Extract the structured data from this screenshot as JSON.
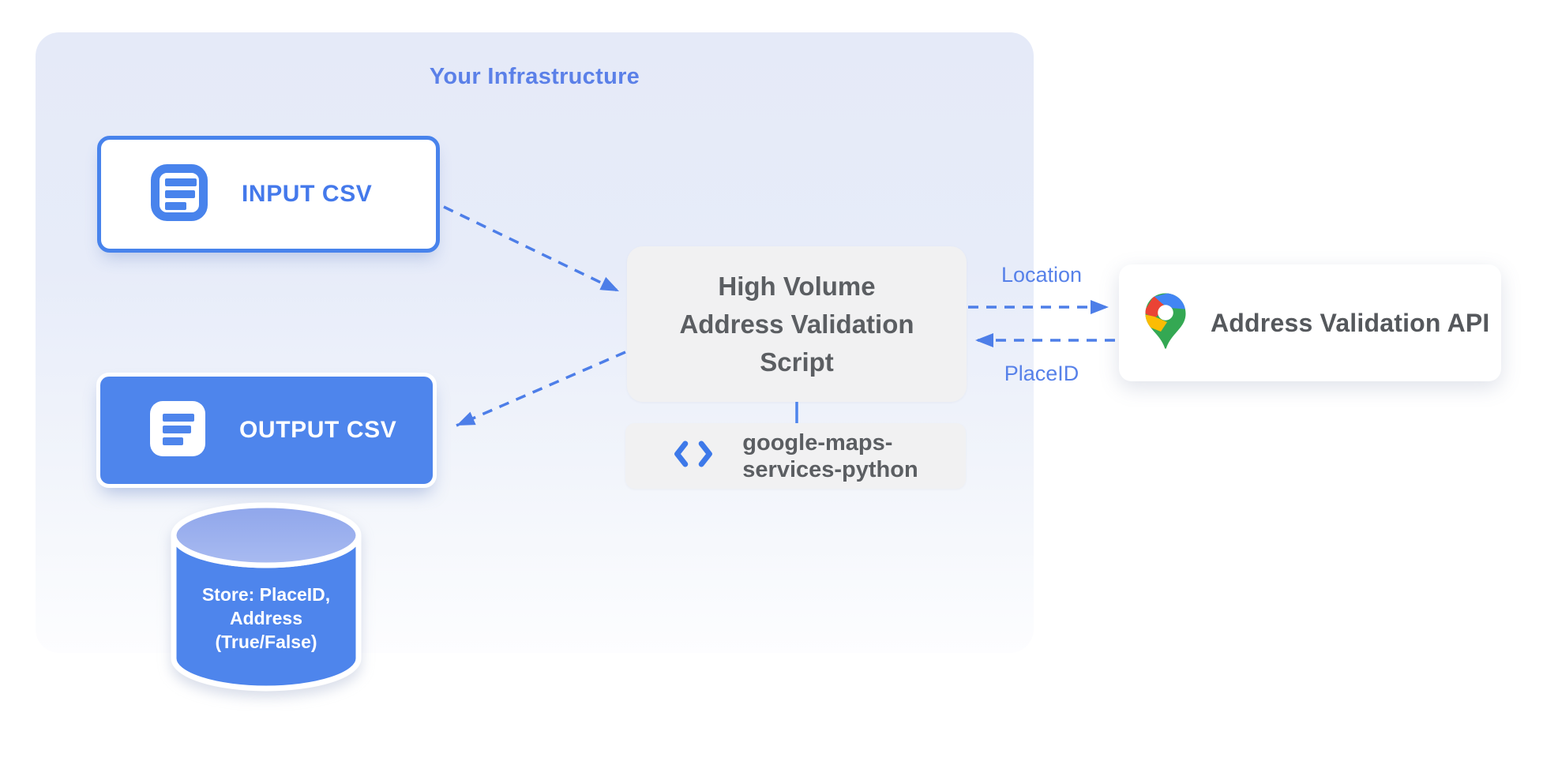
{
  "diagram": {
    "infrastructure": {
      "title": "Your Infrastructure",
      "input_csv": {
        "label": "INPUT CSV",
        "icon": "document-lines-icon"
      },
      "output_csv": {
        "label": "OUTPUT CSV",
        "icon": "document-lines-icon"
      },
      "datastore": {
        "lines": [
          "Store: PlaceID,",
          "Address",
          "(True/False)"
        ]
      },
      "script": {
        "lines": [
          "High Volume",
          "Address Validation",
          "Script"
        ]
      },
      "library": {
        "icon": "code-brackets-icon",
        "lines": [
          "google-maps-",
          "services-python"
        ]
      }
    },
    "api_box": {
      "icon": "google-maps-pin-icon",
      "label": "Address Validation API"
    },
    "flow_labels": {
      "location": "Location",
      "placeid": "PlaceID"
    },
    "colors": {
      "accent_blue_border": "#4883EC",
      "fill_blue": "#4E85EC",
      "arrow_blue": "#4D7EE8",
      "label_blue": "#5781E9",
      "title_blue": "#5B80E8",
      "panel_blue_top": "#E5EAF8",
      "panel_fade_bottom": "#FDFDFF",
      "gray_box": "#F1F1F2",
      "dark_gray_text": "#5B5E62",
      "api_text": "#55585C",
      "cylinder_top_light": "#93A9EC",
      "pin_red": "#EA4335",
      "pin_blue": "#4285F4",
      "pin_yellow": "#FBBC04",
      "pin_green": "#34A853"
    }
  }
}
